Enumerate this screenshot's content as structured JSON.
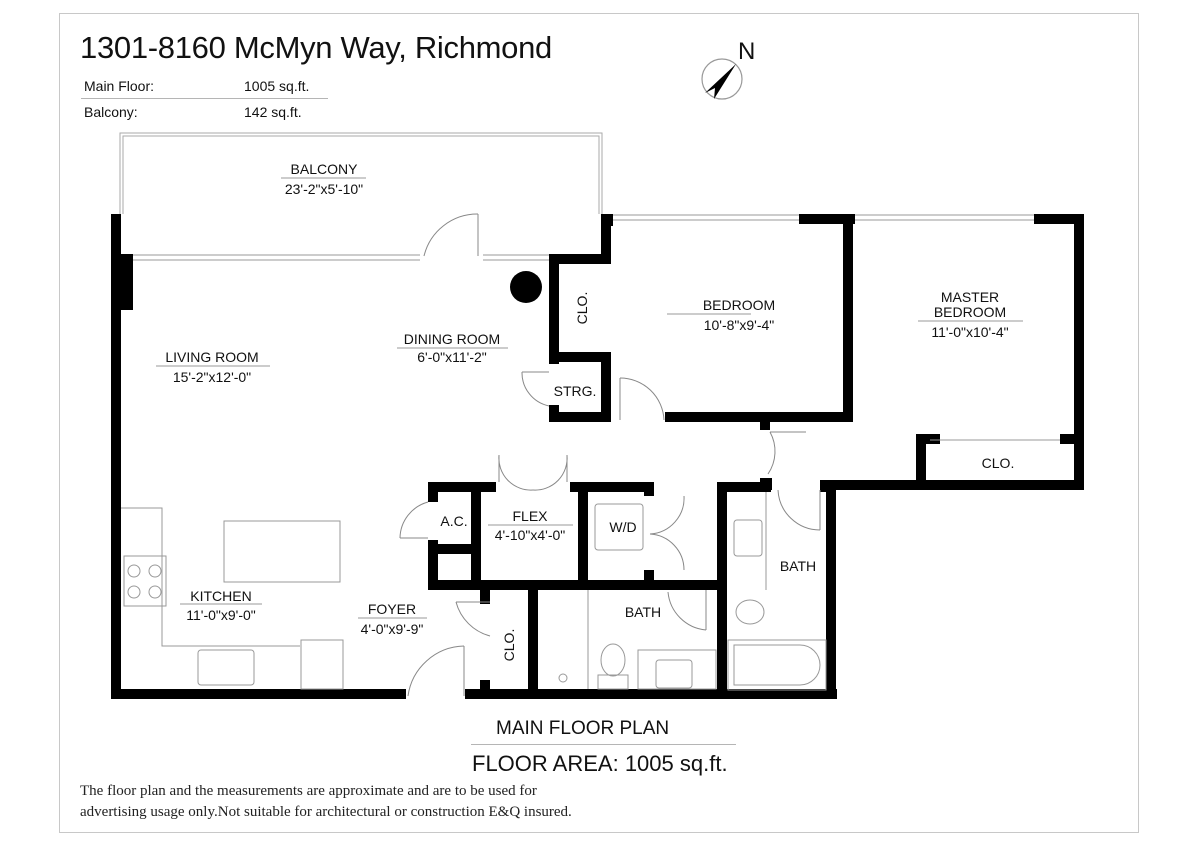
{
  "header": {
    "title": "1301-8160 McMyn Way, Richmond",
    "areas": [
      {
        "label": "Main Floor:",
        "value": "1005 sq.ft."
      },
      {
        "label": "Balcony:",
        "value": "142 sq.ft."
      }
    ]
  },
  "compass": {
    "label": "N",
    "icon": "north-arrow-icon"
  },
  "rooms": {
    "balcony": {
      "name": "BALCONY",
      "dims": "23'-2\"x5'-10\""
    },
    "living": {
      "name": "LIVING ROOM",
      "dims": "15'-2\"x12'-0\""
    },
    "dining": {
      "name": "DINING ROOM",
      "dims": "6'-0\"x11'-2\""
    },
    "bedroom": {
      "name": "BEDROOM",
      "dims": "10'-8\"x9'-4\""
    },
    "master": {
      "name_line1": "MASTER",
      "name_line2": "BEDROOM",
      "dims": "11'-0\"x10'-4\""
    },
    "kitchen": {
      "name": "KITCHEN",
      "dims": "11'-0\"x9'-0\""
    },
    "foyer": {
      "name": "FOYER",
      "dims": "4'-0\"x9'-9\""
    },
    "flex": {
      "name": "FLEX",
      "dims": "4'-10\"x4'-0\""
    },
    "ac": {
      "name": "A.C."
    },
    "wd": {
      "name": "W/D"
    },
    "strg": {
      "name": "STRG."
    },
    "clo_bedroom": {
      "name": "CLO."
    },
    "clo_master": {
      "name": "CLO."
    },
    "clo_foyer": {
      "name": "CLO."
    },
    "bath_main": {
      "name": "BATH"
    },
    "bath_ensuite": {
      "name": "BATH"
    }
  },
  "caption": {
    "plan_label": "MAIN FLOOR PLAN",
    "floor_area": "FLOOR AREA: 1005 sq.ft."
  },
  "disclaimer": {
    "line1": "The floor plan and the measurements are approximate and are to be used for",
    "line2": "advertising usage only.Not suitable for architectural or construction E&Q insured."
  },
  "colors": {
    "wall": "#000000",
    "line": "#9a9a9a",
    "frame": "#c8c8c8",
    "text": "#111111"
  }
}
